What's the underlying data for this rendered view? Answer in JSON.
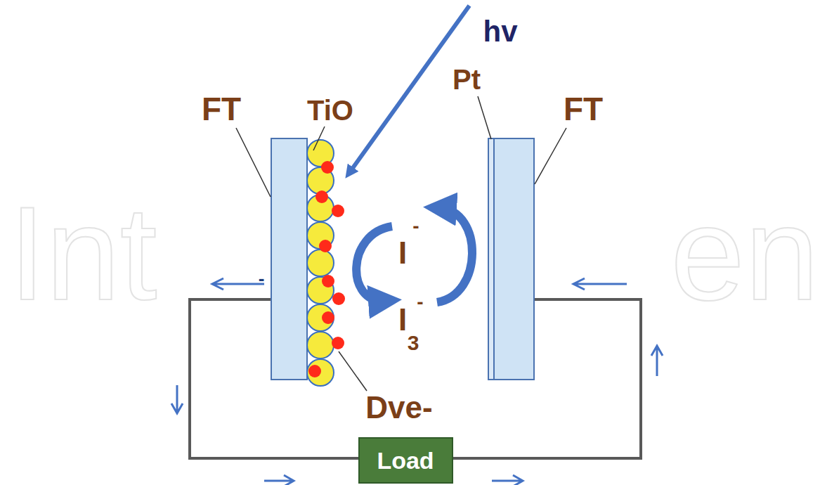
{
  "diagram": {
    "nodes": [
      {
        "text": [
          "Load"
        ]
      }
    ],
    "labels": [
      "hv",
      "FT",
      "TiO",
      "Pt",
      "FT",
      "-",
      "I",
      "-",
      "I",
      "3",
      "-",
      "Dve-",
      "Int",
      "en"
    ]
  }
}
